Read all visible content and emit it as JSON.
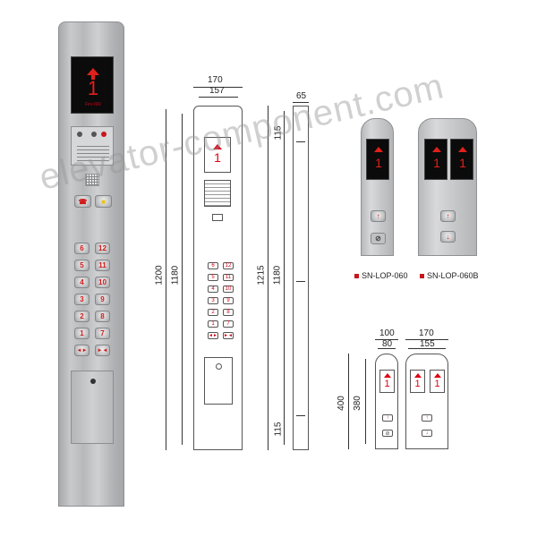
{
  "main_panel": {
    "floor_number": "1",
    "display_caption": "Fire MR",
    "buttons": [
      "6",
      "12",
      "5",
      "11",
      "4",
      "10",
      "3",
      "9",
      "2",
      "8",
      "1",
      "7"
    ]
  },
  "drawing_front": {
    "floor_number": "1",
    "dim_width_outer": "170",
    "dim_width_inner": "157",
    "dim_height_total": "1200",
    "dim_height_inner": "1180",
    "buttons": [
      "6",
      "12",
      "5",
      "11",
      "4",
      "10",
      "3",
      "9",
      "2",
      "8",
      "1",
      "7"
    ]
  },
  "drawing_side": {
    "dim_depth": "65",
    "dim_height_total": "1215",
    "dim_height_inner": "1180",
    "dim_top": "115",
    "dim_bottom": "115"
  },
  "lop_products": [
    {
      "name": "SN-LOP-060",
      "floor_number": "1"
    },
    {
      "name": "SN-LOP-060B",
      "floor_number": "1"
    }
  ],
  "lop_drawings": {
    "small_width_outer": "100",
    "small_width_inner": "80",
    "large_width_outer": "170",
    "large_width_inner": "155",
    "height_outer": "400",
    "height_inner": "380"
  },
  "watermark": "elevator-component.com",
  "colors": {
    "accent_red": "#c8161d",
    "steel": "#b8babc"
  }
}
